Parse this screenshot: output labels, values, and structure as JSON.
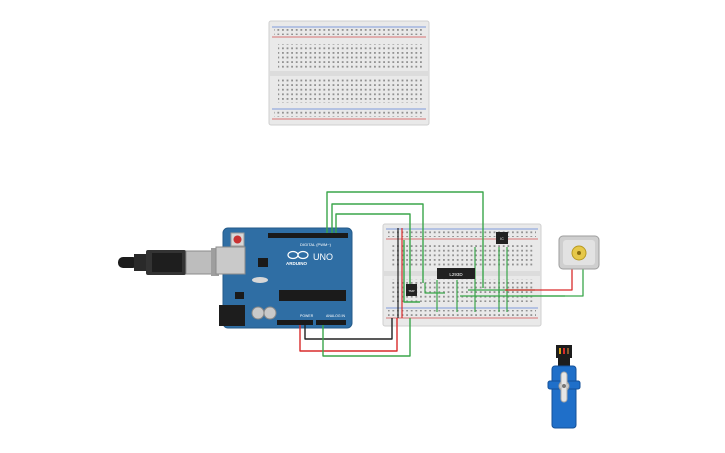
{
  "canvas": {
    "background": "#ffffff"
  },
  "arduino": {
    "brand": "ARDUINO",
    "model": "UNO",
    "digital_label": "DIGITAL (PWM~)",
    "power_label": "POWER",
    "analog_label": "ANALOG IN",
    "board_color": "#2f6ea4",
    "icon": "arduino-uno-board-icon"
  },
  "usb_cable": {
    "icon": "usb-cable-icon"
  },
  "breadboard_top": {
    "icon": "breadboard-icon"
  },
  "breadboard_main": {
    "icon": "breadboard-icon"
  },
  "chips": {
    "driver_label": "L293D",
    "small_label": "IC",
    "transistor_label": "TMP"
  },
  "dc_motor": {
    "icon": "dc-motor-icon"
  },
  "servo": {
    "icon": "servo-motor-icon",
    "color": "#1f6fc9"
  },
  "wires": {
    "green": "#3aa64a",
    "red": "#d92b2b",
    "black": "#222222"
  }
}
